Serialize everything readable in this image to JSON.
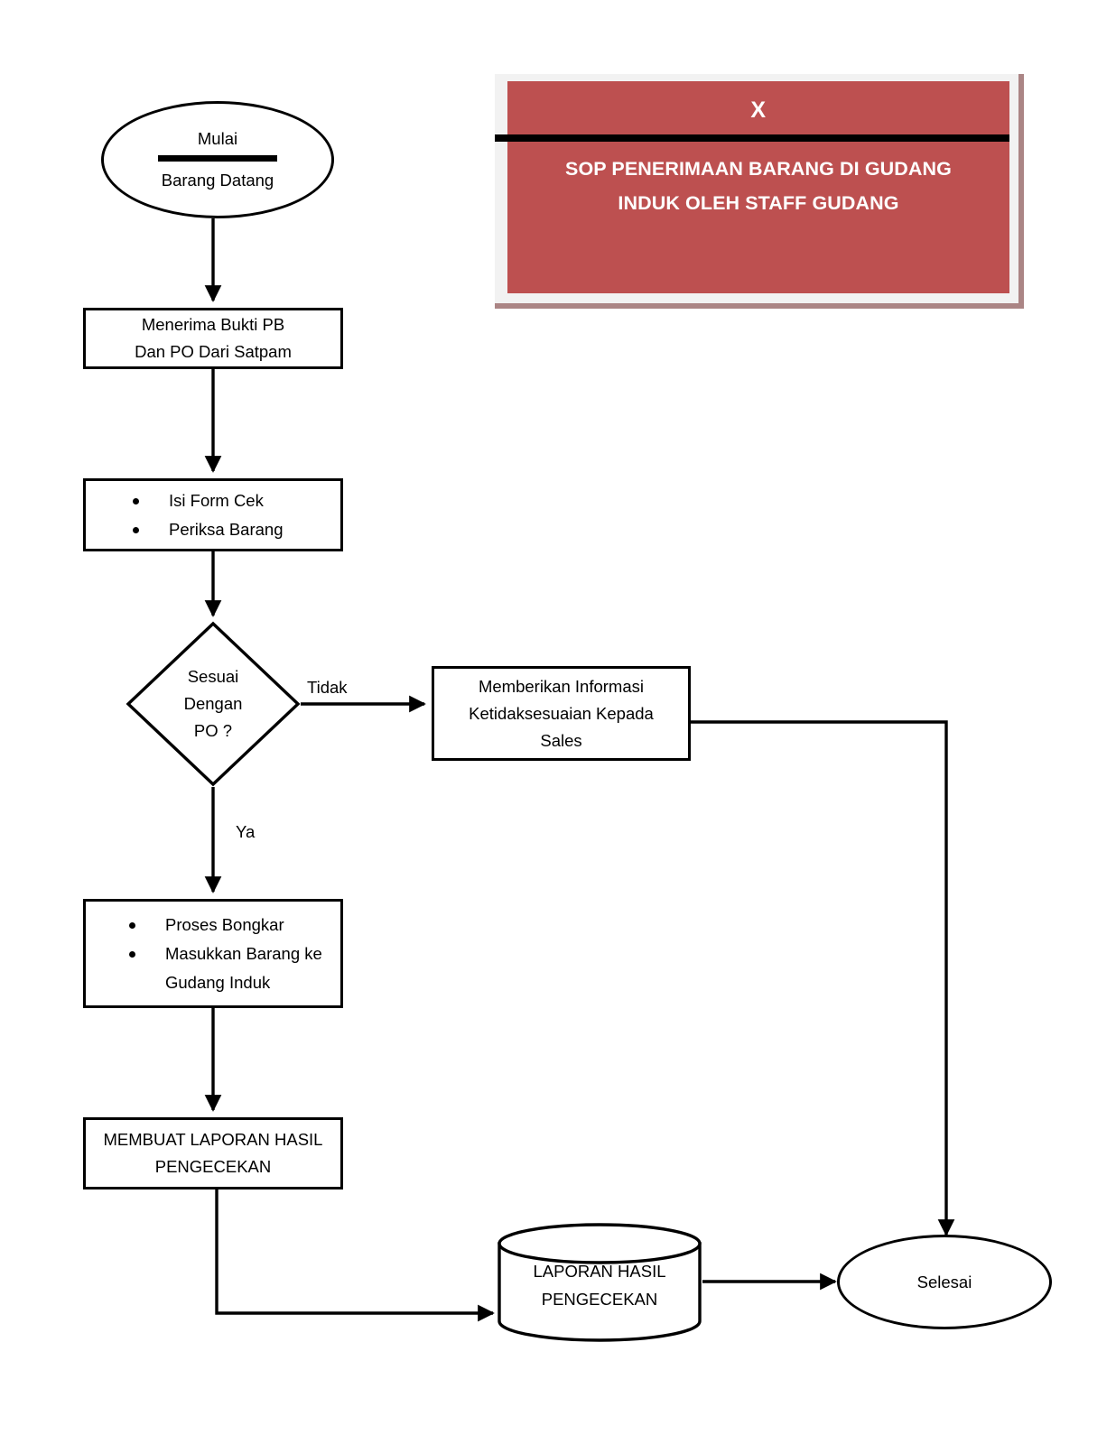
{
  "document": {
    "type": "flowchart",
    "language": "id"
  },
  "title_banner": {
    "code": "X",
    "line1": "SOP PENERIMAAN BARANG DI GUDANG",
    "line2": "INDUK OLEH STAFF GUDANG",
    "background_color": "#bd5050",
    "text_color": "#ffffff",
    "frame_color": "#f2f2f2",
    "shadow_color": "#ab8585",
    "rule_color": "#000000"
  },
  "nodes": {
    "start": {
      "shape": "oval",
      "label_top": "Mulai",
      "label_bottom": "Barang  Datang"
    },
    "receive": {
      "shape": "process",
      "line1": "Menerima Bukti PB",
      "line2": "Dan PO Dari Satpam"
    },
    "check_form": {
      "shape": "process",
      "bullets": [
        "Isi Form Cek",
        "Periksa Barang"
      ]
    },
    "decision": {
      "shape": "decision",
      "line1": "Sesuai",
      "line2": "Dengan",
      "line3": "PO ?"
    },
    "inform_sales": {
      "shape": "process",
      "line1": "Memberikan Informasi",
      "line2": "Ketidaksesuaian Kepada",
      "line3": "Sales"
    },
    "unload": {
      "shape": "process",
      "bullets": [
        "Proses Bongkar",
        "Masukkan Barang ke Gudang Induk"
      ]
    },
    "make_report": {
      "shape": "process",
      "line1": "MEMBUAT LAPORAN HASIL",
      "line2": "PENGECEKAN"
    },
    "report_store": {
      "shape": "database",
      "line1": "LAPORAN HASIL",
      "line2": "PENGECEKAN"
    },
    "end": {
      "shape": "oval",
      "label": "Selesai"
    }
  },
  "edge_labels": {
    "no": "Tidak",
    "yes": "Ya"
  }
}
